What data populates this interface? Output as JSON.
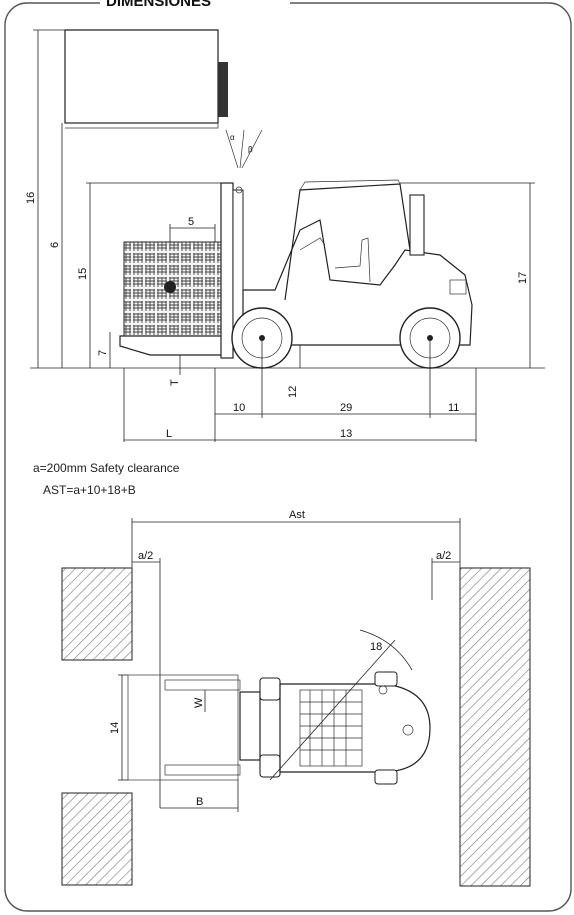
{
  "heading": "DIMENSIONES",
  "notes": {
    "safety": "a=200mm  Safety clearance",
    "ast": "AST=a+10+18+B"
  },
  "side_view": {
    "labels": {
      "d16": "16",
      "d6": "6",
      "d15": "15",
      "d7": "7",
      "d17": "17",
      "d5": "5",
      "alpha": "α",
      "beta": "β",
      "t": "T",
      "d12": "12",
      "d10": "10",
      "d29": "29",
      "d11": "11",
      "l": "L",
      "d13": "13"
    }
  },
  "top_view": {
    "labels": {
      "ast": "Ast",
      "a_half_left": "a/2",
      "a_half_right": "a/2",
      "d18": "18",
      "w": "W",
      "d14": "14",
      "b": "B"
    }
  },
  "colors": {
    "line": "#222222",
    "hatch": "#777777",
    "frame": "#555555"
  }
}
